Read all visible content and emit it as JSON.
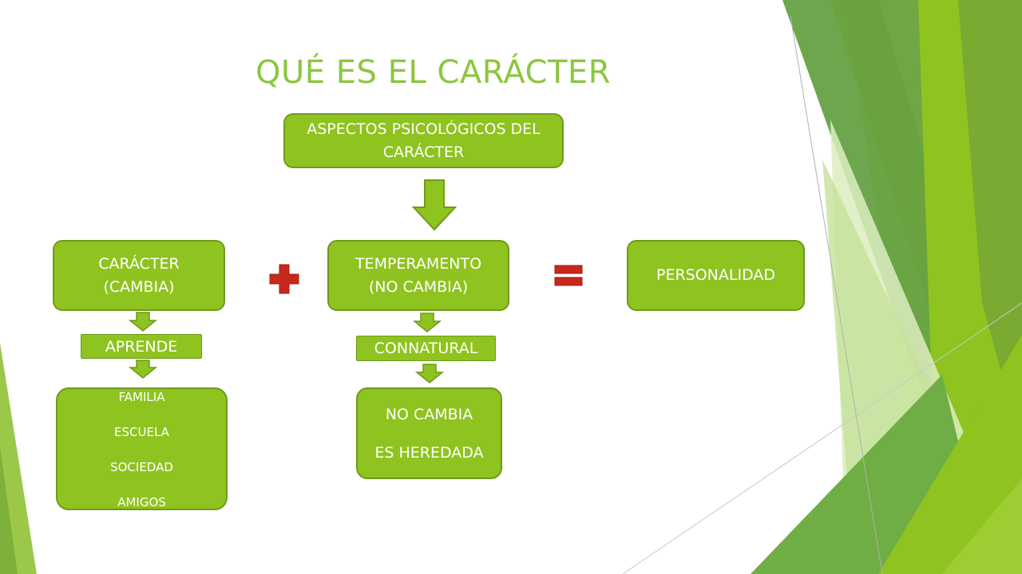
{
  "title": "QUÉ ES EL CARÁCTER",
  "colors": {
    "accent_text": "#8dc63f",
    "box_fill": "#8fc31f",
    "box_border": "#6f9a1c",
    "operator_red": "#c8281c"
  },
  "nodes": {
    "aspectos": {
      "lines": [
        "ASPECTOS PSICOLÓGICOS DEL",
        "CARÁCTER"
      ]
    },
    "caracter": {
      "lines": [
        "CARÁCTER",
        "(CAMBIA)"
      ]
    },
    "temperamento": {
      "lines": [
        "TEMPERAMENTO",
        "(NO CAMBIA)"
      ]
    },
    "personalidad": {
      "label": "PERSONALIDAD"
    },
    "aprende": {
      "label": "APRENDE"
    },
    "connatural": {
      "label": "CONNATURAL"
    },
    "familia": {
      "lines": [
        "FAMILIA",
        "ESCUELA",
        "SOCIEDAD",
        "AMIGOS"
      ]
    },
    "nocambia": {
      "lines": [
        "NO CAMBIA",
        "ES HEREDADA"
      ]
    }
  },
  "operators": {
    "plus": "plus-icon",
    "equals": "equals-icon"
  }
}
